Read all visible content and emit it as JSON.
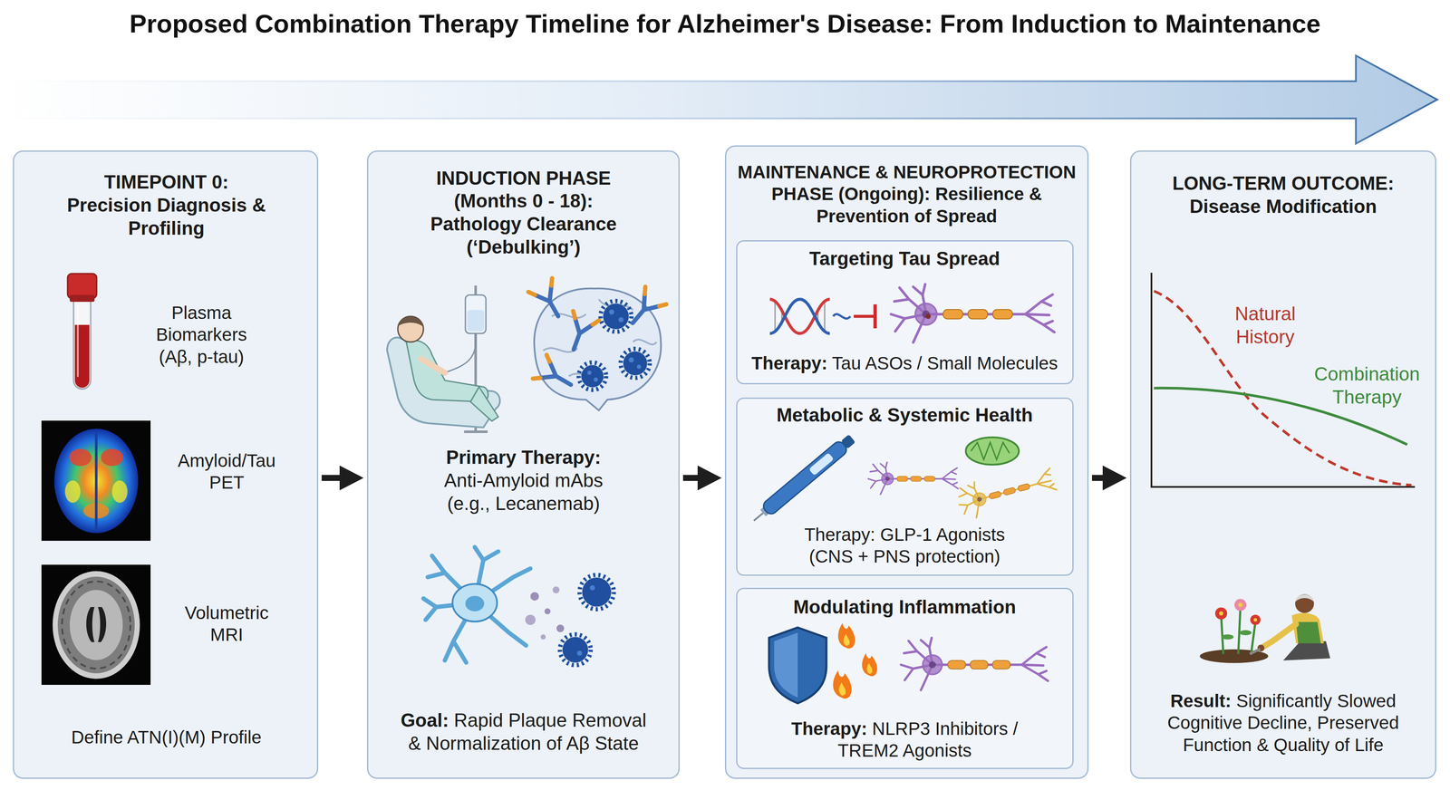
{
  "diagram": {
    "title": "Proposed Combination Therapy Timeline for Alzheimer's Disease: From Induction to Maintenance",
    "nodes": [
      {
        "text": [
          "TIMEPOINT 0: Precision Diagnosis & Profiling",
          "Plasma Biomarkers (Aβ, p-tau)",
          "Amyloid/Tau PET",
          "Volumetric MRI",
          "Define ATN(I)(M) Profile"
        ]
      },
      {
        "text": [
          "INDUCTION PHASE (Months 0 - 18): Pathology Clearance (‘Debulking’)",
          "Primary Therapy: Anti-Amyloid mAbs (e.g., Lecanemab)",
          "Goal: Rapid Plaque Removal & Normalization of Aβ State"
        ]
      },
      {
        "text": [
          "MAINTENANCE & NEUROPROTECTION PHASE (Ongoing): Resilience & Prevention of Spread"
        ]
      },
      {
        "text": [
          "Targeting Tau Spread",
          "Therapy: Tau ASOs / Small Molecules"
        ],
        "in": 2
      },
      {
        "text": [
          "Metabolic & Systemic Health",
          "Therapy: GLP-1 Agonists (CNS + PNS protection)"
        ],
        "in": 2
      },
      {
        "text": [
          "Modulating Inflammation",
          "Therapy: NLRP3 Inhibitors / TREM2 Agonists"
        ],
        "in": 2
      },
      {
        "text": [
          "LONG-TERM OUTCOME: Disease Modification",
          "Result: Significantly Slowed Cognitive Decline, Preserved Function & Quality of Life"
        ]
      }
    ],
    "edges": [
      {
        "from": 0,
        "to": 1,
        "arrow": "to"
      },
      {
        "from": 1,
        "to": 2,
        "arrow": "to"
      },
      {
        "from": 2,
        "to": 6,
        "arrow": "to"
      }
    ],
    "labels": [
      "Natural History",
      "Combination Therapy"
    ]
  }
}
